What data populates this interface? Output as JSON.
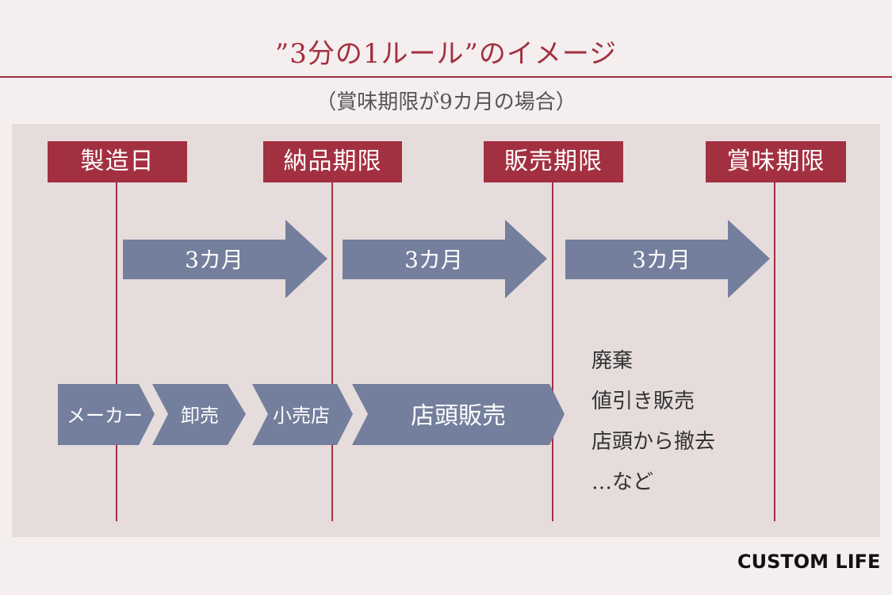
{
  "title": "”3分の1ルール”のイメージ",
  "subtitle": "（賞味期限が9カ月の場合）",
  "milestones": [
    {
      "label": "製造日"
    },
    {
      "label": "納品期限"
    },
    {
      "label": "販売期限"
    },
    {
      "label": "賞味期限"
    }
  ],
  "periods": [
    {
      "label": "3カ月"
    },
    {
      "label": "3カ月"
    },
    {
      "label": "3カ月"
    }
  ],
  "flow": [
    {
      "label": "メーカー"
    },
    {
      "label": "卸売"
    },
    {
      "label": "小売店"
    },
    {
      "label": "店頭販売"
    }
  ],
  "outcomes": [
    "廃棄",
    "値引き販売",
    "店頭から撤去",
    "…など"
  ],
  "logo": "CUSTOM LIFE",
  "colors": {
    "accent": "#a33040",
    "arrow": "#737f9c",
    "panel": "#e6dcdc",
    "background": "#f4efee"
  }
}
